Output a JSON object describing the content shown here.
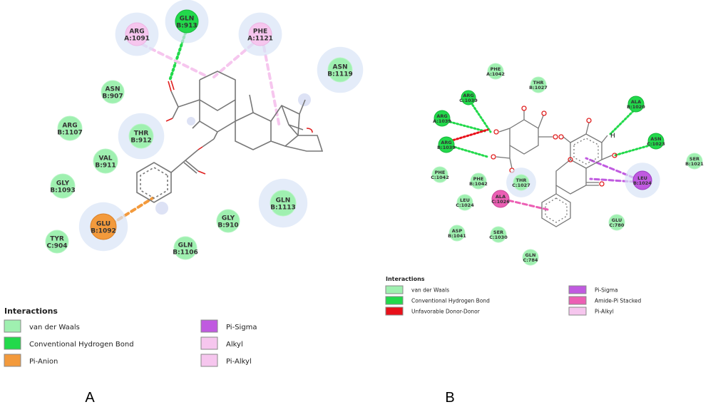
{
  "panels": [
    {
      "letter": "A",
      "legend": {
        "title": "Interactions",
        "items": [
          {
            "label": "van der Waals",
            "color": "#9ff0b0"
          },
          {
            "label": "Conventional Hydrogen Bond",
            "color": "#22d94b"
          },
          {
            "label": "Pi-Anion",
            "color": "#f39a3c"
          },
          {
            "label": "Pi-Sigma",
            "color": "#c05ae0"
          },
          {
            "label": "Alkyl",
            "color": "#f6c6ee"
          },
          {
            "label": "Pi-Alkyl",
            "color": "#f6c6ee"
          }
        ]
      },
      "residues": [
        {
          "l1": "GLN",
          "l2": "B:913",
          "type": "hbond"
        },
        {
          "l1": "ARG",
          "l2": "A:1091",
          "type": "alkyl"
        },
        {
          "l1": "PHE",
          "l2": "A:1121",
          "type": "alkyl"
        },
        {
          "l1": "ASN",
          "l2": "B:1119",
          "type": "vdw"
        },
        {
          "l1": "ASN",
          "l2": "B:907",
          "type": "vdw"
        },
        {
          "l1": "ARG",
          "l2": "B:1107",
          "type": "vdw"
        },
        {
          "l1": "THR",
          "l2": "B:912",
          "type": "vdw"
        },
        {
          "l1": "VAL",
          "l2": "B:911",
          "type": "vdw"
        },
        {
          "l1": "GLY",
          "l2": "B:1093",
          "type": "vdw"
        },
        {
          "l1": "GLU",
          "l2": "B:1092",
          "type": "pianion"
        },
        {
          "l1": "TYR",
          "l2": "C:904",
          "type": "vdw"
        },
        {
          "l1": "GLN",
          "l2": "B:1106",
          "type": "vdw"
        },
        {
          "l1": "GLY",
          "l2": "B:910",
          "type": "vdw"
        },
        {
          "l1": "GLN",
          "l2": "B:1113",
          "type": "vdw"
        }
      ]
    },
    {
      "letter": "B",
      "legend": {
        "title": "Interactions",
        "items": [
          {
            "label": "van der Waals",
            "color": "#9ff0b0"
          },
          {
            "label": "Conventional Hydrogen Bond",
            "color": "#22d94b"
          },
          {
            "label": "Unfavorable Donor-Donor",
            "color": "#e8101a"
          },
          {
            "label": "Pi-Sigma",
            "color": "#c05ae0"
          },
          {
            "label": "Amide-Pi Stacked",
            "color": "#ec5fb4"
          },
          {
            "label": "Pi-Alkyl",
            "color": "#f6c6ee"
          }
        ]
      },
      "residues": [
        {
          "l1": "PHE",
          "l2": "A:1042",
          "type": "vdw"
        },
        {
          "l1": "THR",
          "l2": "B:1027",
          "type": "vdw"
        },
        {
          "l1": "ARG",
          "l2": "C:1039",
          "type": "hbond"
        },
        {
          "l1": "ALA",
          "l2": "B:1020",
          "type": "hbond"
        },
        {
          "l1": "ARG",
          "l2": "A:1039",
          "type": "hbond"
        },
        {
          "l1": "ARG",
          "l2": "B:1039",
          "type": "hbond"
        },
        {
          "l1": "ASN",
          "l2": "C:1023",
          "type": "hbond"
        },
        {
          "l1": "SER",
          "l2": "B:1021",
          "type": "vdw"
        },
        {
          "l1": "PHE",
          "l2": "C:1042",
          "type": "vdw"
        },
        {
          "l1": "PHE",
          "l2": "B:1042",
          "type": "vdw"
        },
        {
          "l1": "THR",
          "l2": "C:1027",
          "type": "vdw"
        },
        {
          "l1": "LEU",
          "l2": "B:1024",
          "type": "pisigma"
        },
        {
          "l1": "ALA",
          "l2": "C:1026",
          "type": "amide"
        },
        {
          "l1": "LEU",
          "l2": "C:1024",
          "type": "vdw"
        },
        {
          "l1": "ASP",
          "l2": "B:1041",
          "type": "vdw"
        },
        {
          "l1": "SER",
          "l2": "C:1030",
          "type": "vdw"
        },
        {
          "l1": "GLU",
          "l2": "C:780",
          "type": "vdw"
        },
        {
          "l1": "GLN",
          "l2": "C:784",
          "type": "vdw"
        }
      ]
    }
  ],
  "atoms": {
    "hydroxyl_h": "H"
  },
  "colors": {
    "vdw": "#9ff0b0",
    "hbond": "#22d94b",
    "alkyl": "#f6c6ee",
    "pianion": "#f39a3c",
    "pisigma": "#c05ae0",
    "amide": "#ec5fb4",
    "halo": "#d9e4f7",
    "bond": "#777777",
    "oxygen": "#e02020"
  }
}
